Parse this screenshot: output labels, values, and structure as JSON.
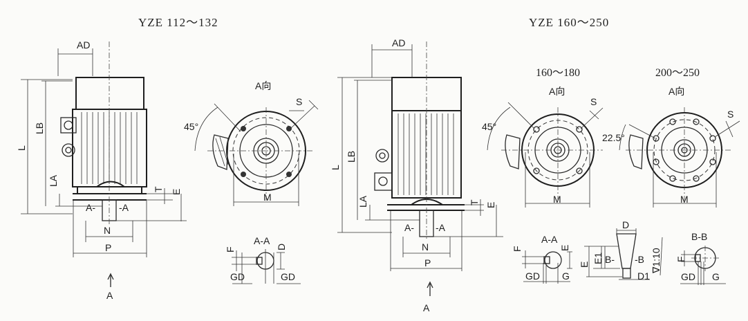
{
  "titles": {
    "left": "YZE 112～132",
    "right": "YZE 160～250"
  },
  "left_motor": {
    "AD": "AD",
    "L": "L",
    "LB": "LB",
    "LA": "LA",
    "T": "T",
    "E": "E",
    "A_left": "A-",
    "A_right": "-A",
    "N": "N",
    "P": "P",
    "view_arrow": "A"
  },
  "left_flange": {
    "view": "A向",
    "S": "S",
    "angle": "45°",
    "M": "M"
  },
  "left_section": {
    "title": "A-A",
    "F": "F",
    "D": "D",
    "GD1": "GD",
    "GD2": "GD"
  },
  "right_motor": {
    "AD": "AD",
    "L": "L",
    "LB": "LB",
    "LA": "LA",
    "T": "T",
    "E": "E",
    "A_left": "A-",
    "A_right": "-A",
    "N": "N",
    "P": "P",
    "view_arrow": "A"
  },
  "flange_160": {
    "range": "160～180",
    "view": "A向",
    "S": "S",
    "angle": "45°",
    "M": "M"
  },
  "flange_200": {
    "range": "200～250",
    "view": "A向",
    "S": "S",
    "angle": "22.5°",
    "M": "M"
  },
  "section_aa": {
    "title": "A-A",
    "F": "F",
    "E": "E",
    "GD": "GD",
    "G": "G"
  },
  "taper_shaft": {
    "D": "D",
    "E": "E",
    "E1": "E1",
    "B_left": "B-",
    "B_right": "-B",
    "D1": "D1",
    "taper": "∇1:10"
  },
  "section_bb": {
    "title": "B-B",
    "F": "F",
    "GD": "GD",
    "G": "G"
  }
}
